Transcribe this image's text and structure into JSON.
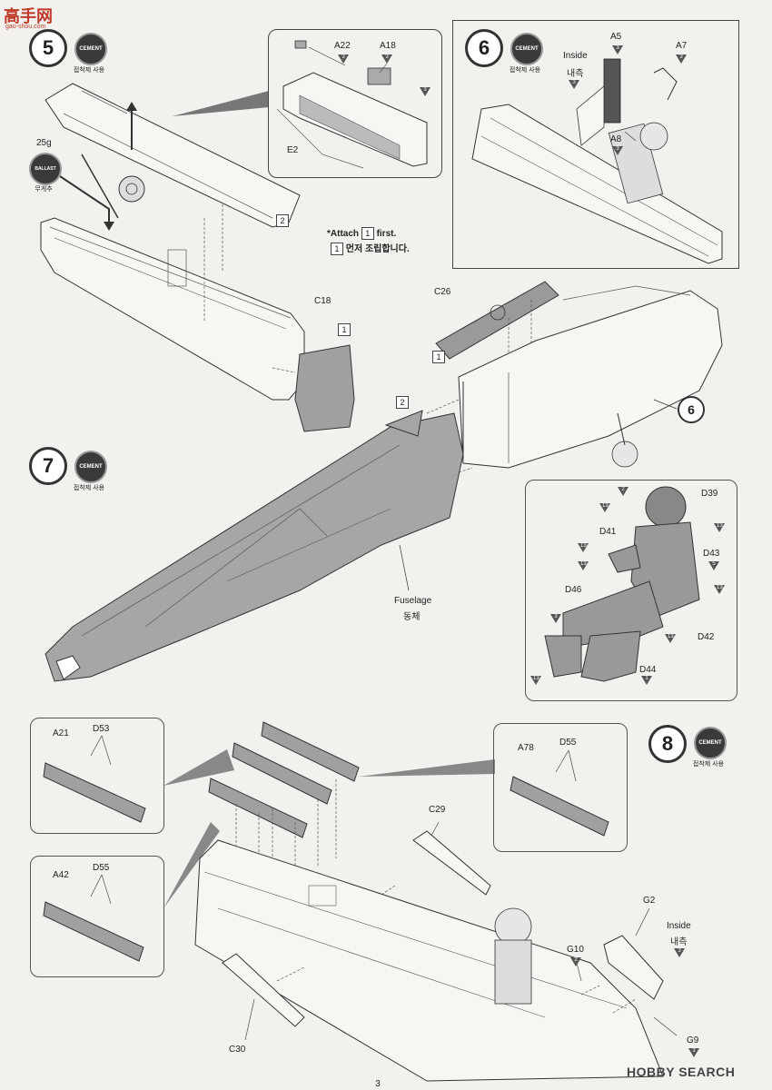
{
  "watermark": {
    "site_logo": "高手网",
    "site_url": "gao-shou.com"
  },
  "step5": {
    "number": "5",
    "cement": "CEMENT",
    "cement_caption": "접착제 사용",
    "ballast_weight": "25g",
    "ballast_label": "BALLAST",
    "ballast_caption": "무게추",
    "callout_parts": [
      "A22",
      "A18",
      "E2"
    ],
    "part_c18": "C18",
    "box_1": "1",
    "box_2": "2",
    "note_line1": "*Attach",
    "note_box": "1",
    "note_line1b": "first.",
    "note_line2": "먼저 조립합니다."
  },
  "step6": {
    "number": "6",
    "cement": "CEMENT",
    "cement_caption": "접착제 사용",
    "inside": "Inside",
    "inside_kr": "내측",
    "parts": [
      "A5",
      "A7",
      "A8"
    ],
    "part_c26": "C26",
    "box_1": "1",
    "ref_circle": "6"
  },
  "step7": {
    "number": "7",
    "cement": "CEMENT",
    "cement_caption": "접착제 사용",
    "box_2": "2",
    "fuselage": "Fuselage",
    "fuselage_kr": "동체",
    "pilot_parts": [
      "D39",
      "D41",
      "D43",
      "D46",
      "D42",
      "D44"
    ]
  },
  "step8": {
    "number": "8",
    "cement": "CEMENT",
    "cement_caption": "접착제 사용",
    "box1_parts": [
      "A21",
      "D53"
    ],
    "box2_parts": [
      "A42",
      "D55"
    ],
    "box3_parts": [
      "A78",
      "D55"
    ],
    "part_c29": "C29",
    "part_c30": "C30",
    "part_g2": "G2",
    "part_g10": "G10",
    "part_g9": "G9",
    "inside": "Inside",
    "inside_kr": "내측"
  },
  "paint_codes": [
    "3",
    "3",
    "3",
    "3",
    "3",
    "3",
    "3",
    "2",
    "13",
    "13",
    "13",
    "13",
    "13",
    "3",
    "13",
    "5",
    "1"
  ],
  "footer": {
    "page": "3",
    "brand": "HOBBY SEARCH"
  },
  "colors": {
    "paper": "#f2f1ed",
    "line": "#333333",
    "fill": "#9a9a9a",
    "cement": "#3a3a3a"
  }
}
